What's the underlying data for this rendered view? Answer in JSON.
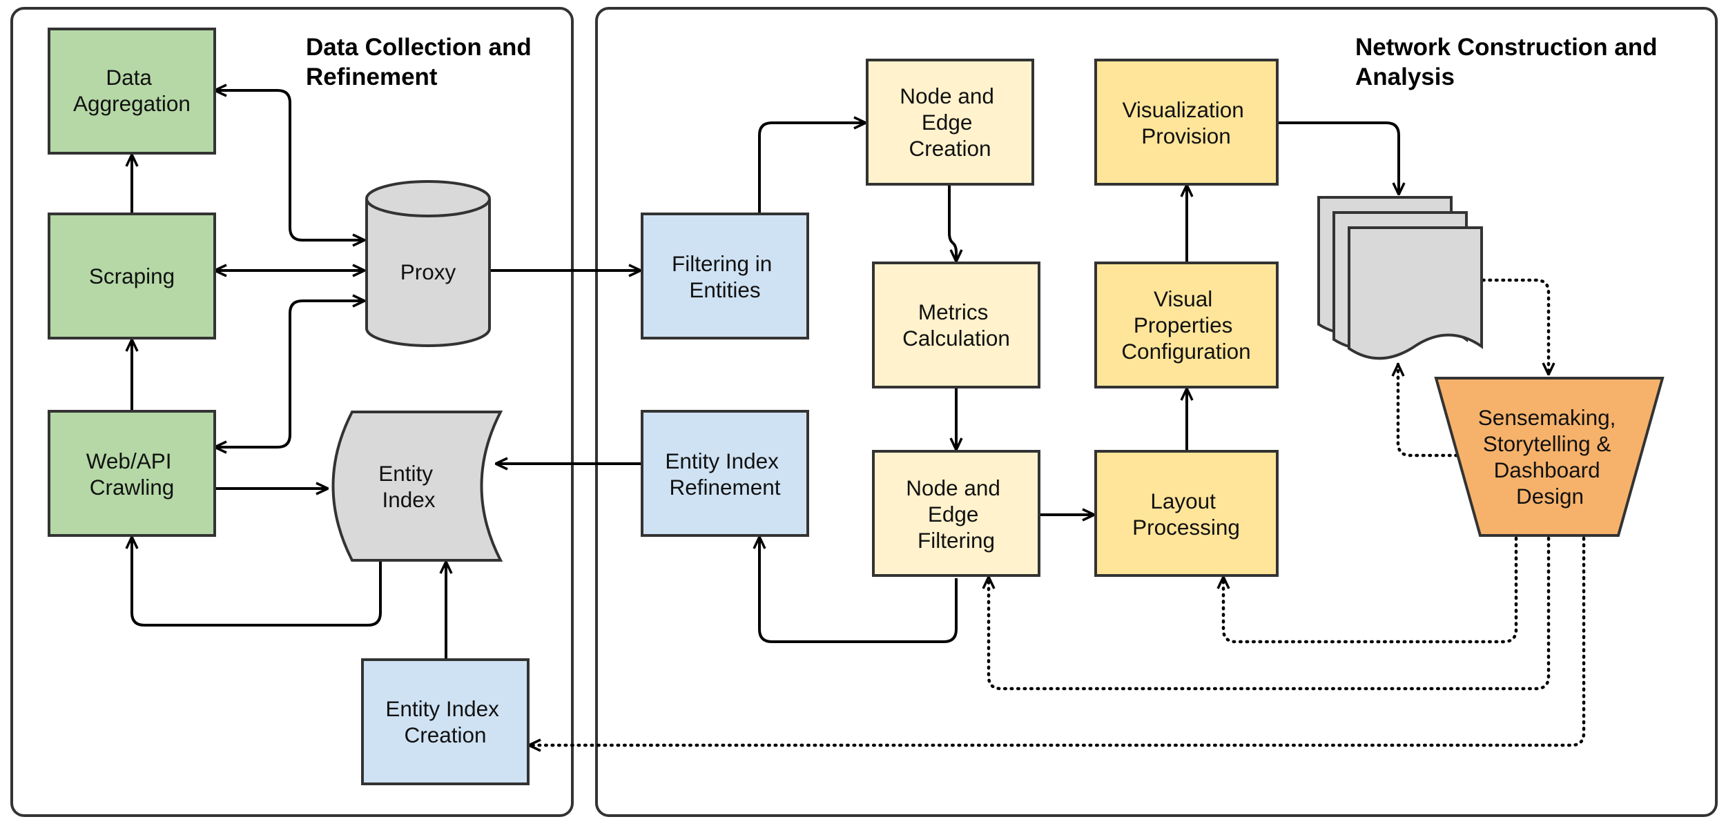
{
  "colors": {
    "green": "#b5d8a6",
    "blue": "#cfe2f3",
    "light_yellow": "#fff2cc",
    "yellow": "#ffe599",
    "orange": "#f6b26b",
    "gray": "#d9d9d9"
  },
  "groups": {
    "data_collection": {
      "title_line1": "Data Collection and",
      "title_line2": "Refinement"
    },
    "network_construction": {
      "title_line1": "Network Construction and",
      "title_line2": "Analysis"
    }
  },
  "nodes": {
    "data_aggregation": {
      "line1": "Data",
      "line2": "Aggregation"
    },
    "scraping": {
      "line1": "Scraping"
    },
    "web_api_crawling": {
      "line1": "Web/API",
      "line2": "Crawling"
    },
    "proxy": {
      "line1": "Proxy"
    },
    "entity_index": {
      "line1": "Entity",
      "line2": "Index"
    },
    "entity_index_creation": {
      "line1": "Entity Index",
      "line2": "Creation"
    },
    "filtering_in_entities": {
      "line1": "Filtering in",
      "line2": "Entities"
    },
    "entity_index_refinement": {
      "line1": "Entity Index",
      "line2": "Refinement"
    },
    "node_edge_creation": {
      "line1": "Node and",
      "line2": "Edge",
      "line3": "Creation"
    },
    "metrics_calculation": {
      "line1": "Metrics",
      "line2": "Calculation"
    },
    "node_edge_filtering": {
      "line1": "Node and",
      "line2": "Edge",
      "line3": "Filtering"
    },
    "visualization_provision": {
      "line1": "Visualization",
      "line2": "Provision"
    },
    "visual_properties_configuration": {
      "line1": "Visual",
      "line2": "Properties",
      "line3": "Configuration"
    },
    "layout_processing": {
      "line1": "Layout",
      "line2": "Processing"
    },
    "sensemaking": {
      "line1": "Sensemaking,",
      "line2": "Storytelling &",
      "line3": "Dashboard",
      "line4": "Design"
    }
  }
}
